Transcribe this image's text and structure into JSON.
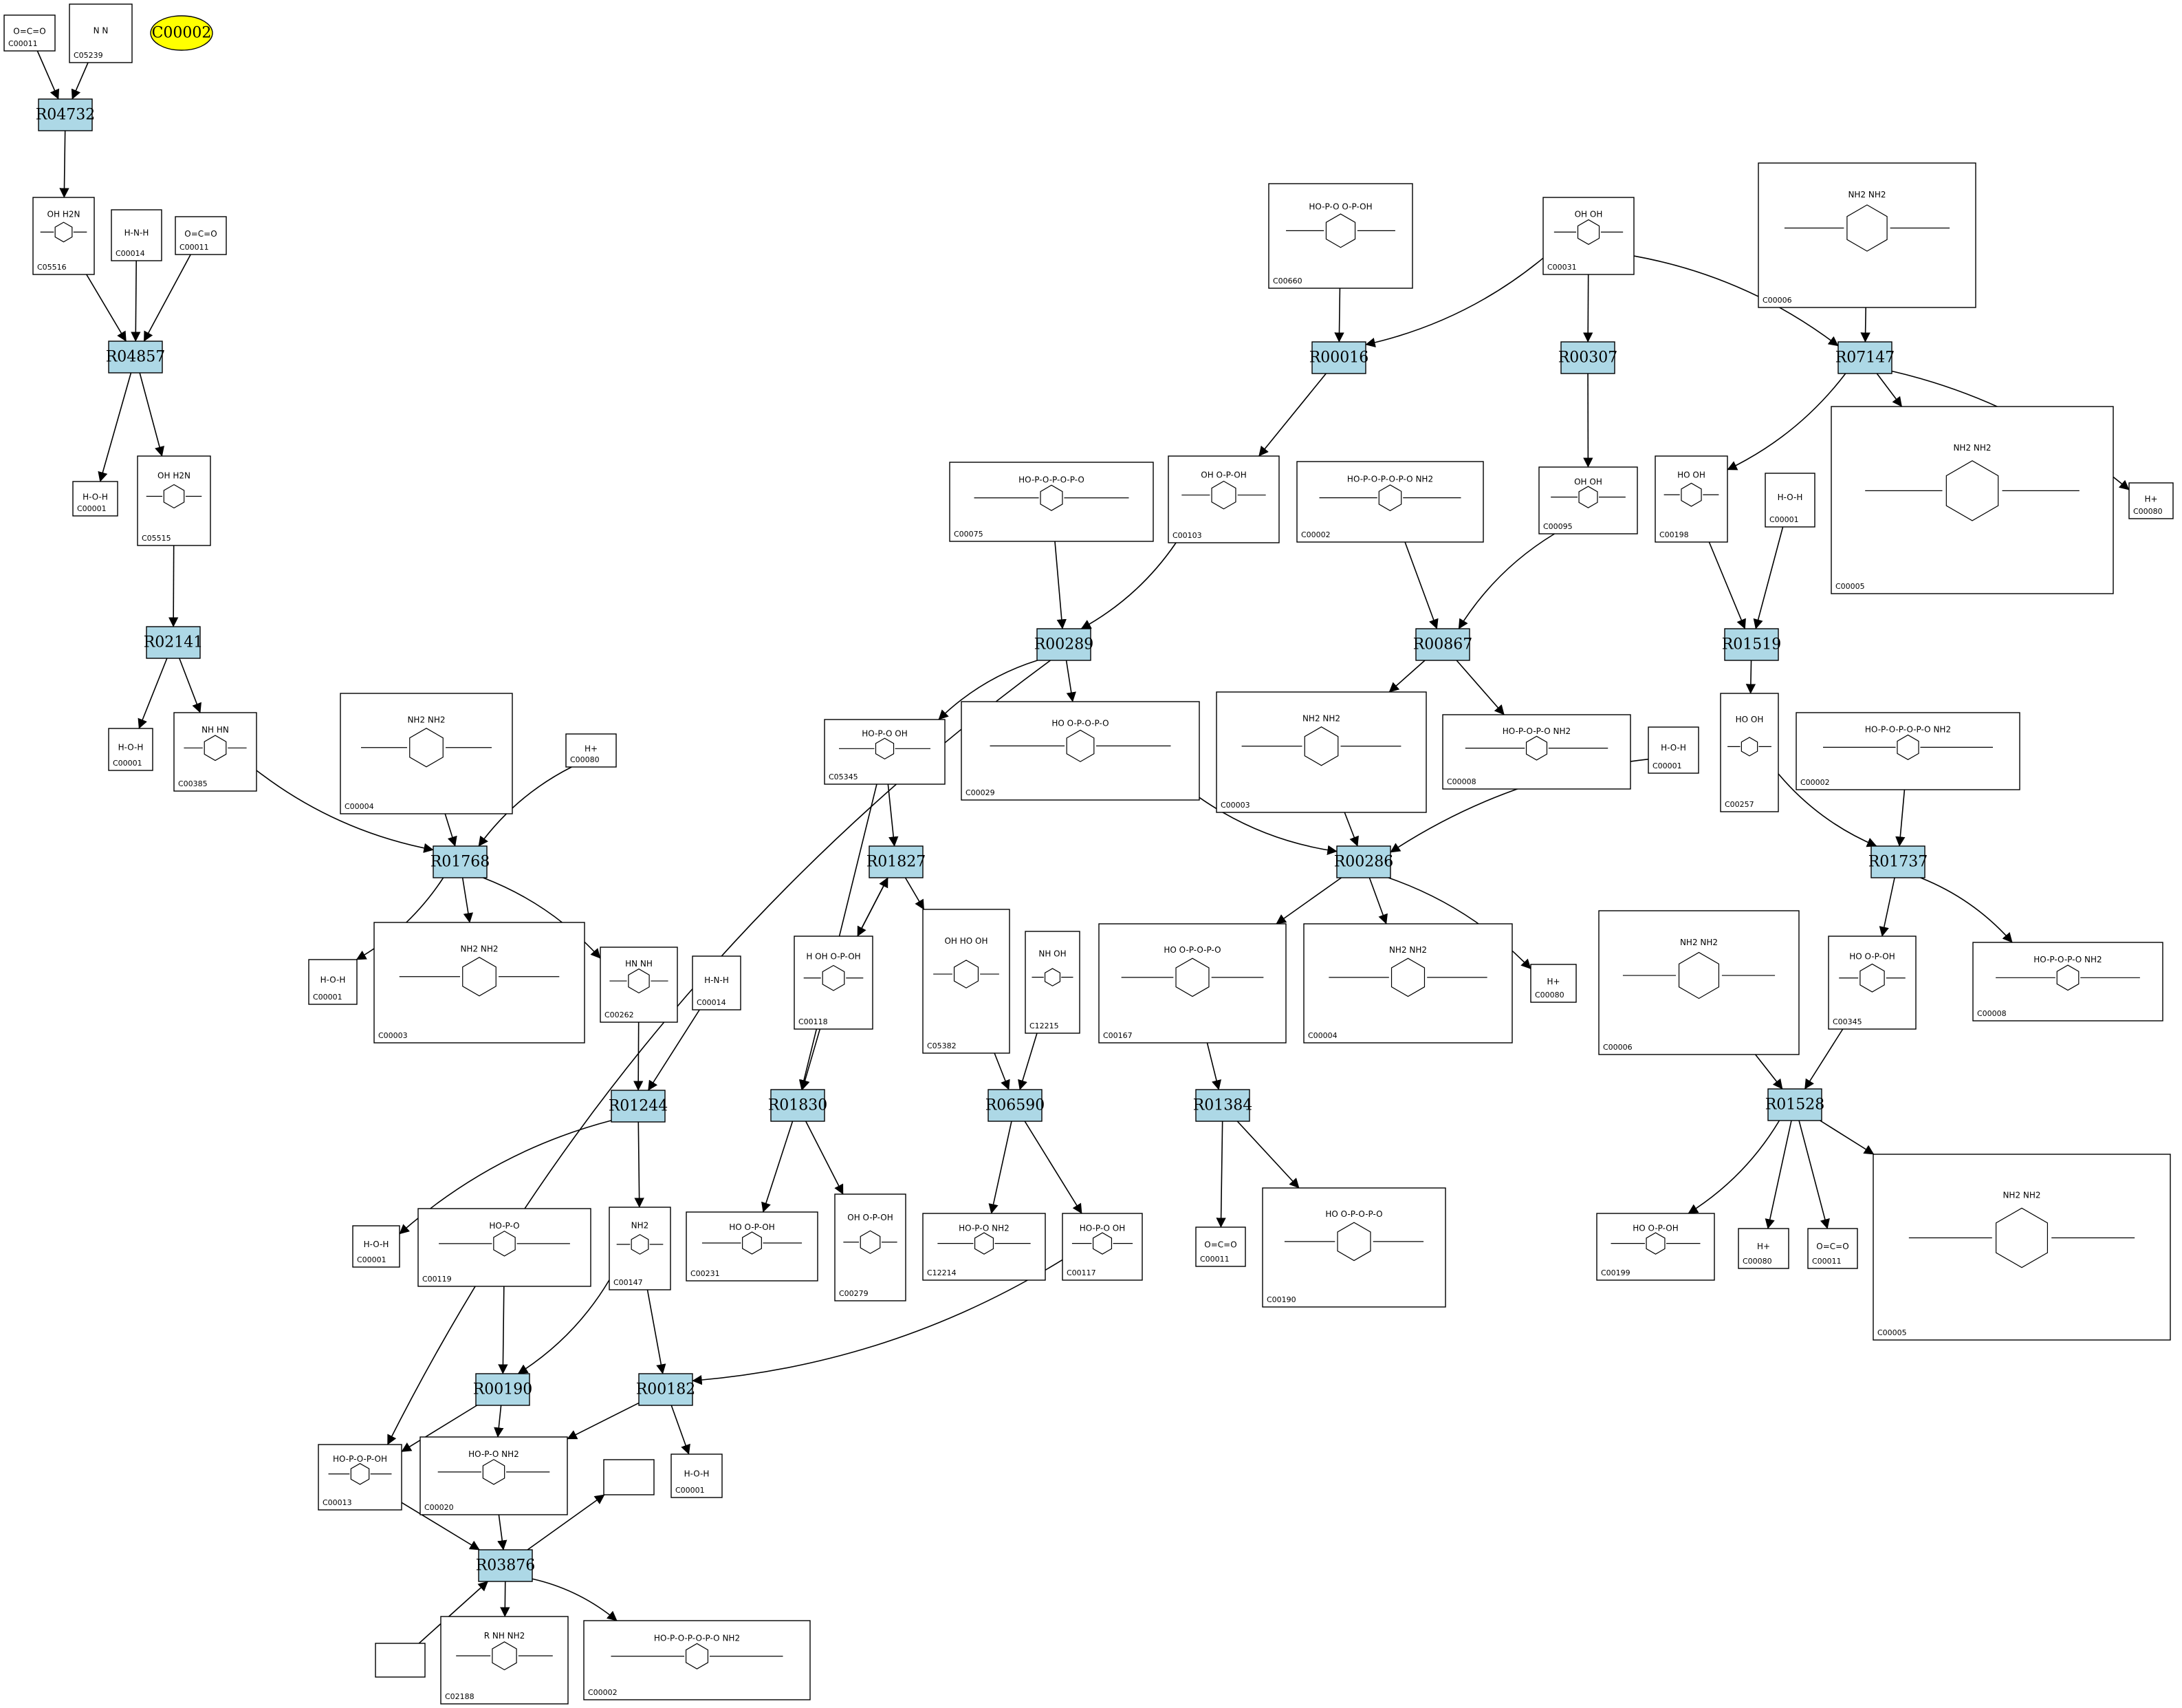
{
  "highlight_node": {
    "label": "C00002",
    "color": "#ffff00"
  },
  "colors": {
    "reaction_fill": "#add8e6",
    "compound_fill": "#ffffff",
    "highlight": "#ffff00"
  },
  "reactions": [
    {
      "id": "R04732"
    },
    {
      "id": "R04857"
    },
    {
      "id": "R02141"
    },
    {
      "id": "R01768"
    },
    {
      "id": "R01244"
    },
    {
      "id": "R00190"
    },
    {
      "id": "R00182"
    },
    {
      "id": "R03876"
    },
    {
      "id": "R00016"
    },
    {
      "id": "R00307"
    },
    {
      "id": "R07147"
    },
    {
      "id": "R00289"
    },
    {
      "id": "R00867"
    },
    {
      "id": "R01519"
    },
    {
      "id": "R01827"
    },
    {
      "id": "R00286"
    },
    {
      "id": "R01737"
    },
    {
      "id": "R01830"
    },
    {
      "id": "R06590"
    },
    {
      "id": "R01384"
    },
    {
      "id": "R01528"
    }
  ],
  "compounds": [
    {
      "id": "C00011",
      "formula": "O=C=O"
    },
    {
      "id": "C05239",
      "formula": "N  N"
    },
    {
      "id": "C05516",
      "formula": "OH  H2N"
    },
    {
      "id": "C00014",
      "formula": "H-N-H"
    },
    {
      "id": "C00011",
      "formula": "O=C=O"
    },
    {
      "id": "C00001",
      "formula": "H-O-H"
    },
    {
      "id": "C05515",
      "formula": "OH  H2N"
    },
    {
      "id": "C00001",
      "formula": "H-O-H"
    },
    {
      "id": "C00385",
      "formula": "NH  HN"
    },
    {
      "id": "C00004",
      "formula": "NH2  NH2"
    },
    {
      "id": "C00080",
      "formula": "H+"
    },
    {
      "id": "C00001",
      "formula": "H-O-H"
    },
    {
      "id": "C00003",
      "formula": "NH2  NH2"
    },
    {
      "id": "C00262",
      "formula": "HN  NH"
    },
    {
      "id": "C00014",
      "formula": "H-N-H"
    },
    {
      "id": "C00001",
      "formula": "H-O-H"
    },
    {
      "id": "C00119",
      "formula": "HO-P-O"
    },
    {
      "id": "C00147",
      "formula": "NH2"
    },
    {
      "id": "C00013",
      "formula": "HO-P-O-P-OH"
    },
    {
      "id": "C00020",
      "formula": "HO-P-O  NH2"
    },
    {
      "id": "",
      "formula": ""
    },
    {
      "id": "C00001",
      "formula": "H-O-H"
    },
    {
      "id": "",
      "formula": ""
    },
    {
      "id": "C02188",
      "formula": "R  NH  NH2"
    },
    {
      "id": "C00002",
      "formula": "HO-P-O-P-O-P-O  NH2"
    },
    {
      "id": "C00660",
      "formula": "HO-P-O  O-P-OH"
    },
    {
      "id": "C00031",
      "formula": "OH  OH"
    },
    {
      "id": "C00006",
      "formula": "NH2  NH2"
    },
    {
      "id": "C00075",
      "formula": "HO-P-O-P-O-P-O"
    },
    {
      "id": "C00103",
      "formula": "OH  O-P-OH"
    },
    {
      "id": "C00002",
      "formula": "HO-P-O-P-O-P-O  NH2"
    },
    {
      "id": "C00095",
      "formula": "OH  OH"
    },
    {
      "id": "C00198",
      "formula": "HO  OH"
    },
    {
      "id": "C00001",
      "formula": "H-O-H"
    },
    {
      "id": "C00005",
      "formula": "NH2  NH2"
    },
    {
      "id": "C00080",
      "formula": "H+"
    },
    {
      "id": "C05345",
      "formula": "HO-P-O  OH"
    },
    {
      "id": "C00029",
      "formula": "HO  O-P-O-P-O"
    },
    {
      "id": "C00003",
      "formula": "NH2  NH2"
    },
    {
      "id": "C00008",
      "formula": "HO-P-O-P-O  NH2"
    },
    {
      "id": "C00001",
      "formula": "H-O-H"
    },
    {
      "id": "C00257",
      "formula": "HO  OH"
    },
    {
      "id": "C00002",
      "formula": "HO-P-O-P-O-P-O  NH2"
    },
    {
      "id": "C00118",
      "formula": "H  OH  O-P-OH"
    },
    {
      "id": "C05382",
      "formula": "OH  HO  OH"
    },
    {
      "id": "C12215",
      "formula": "NH  OH"
    },
    {
      "id": "C00167",
      "formula": "HO  O-P-O-P-O"
    },
    {
      "id": "C00004",
      "formula": "NH2  NH2"
    },
    {
      "id": "C00080",
      "formula": "H+"
    },
    {
      "id": "C00006",
      "formula": "NH2  NH2"
    },
    {
      "id": "C00345",
      "formula": "HO  O-P-OH"
    },
    {
      "id": "C00008",
      "formula": "HO-P-O-P-O  NH2"
    },
    {
      "id": "C00231",
      "formula": "HO  O-P-OH"
    },
    {
      "id": "C00279",
      "formula": "OH  O-P-OH"
    },
    {
      "id": "C12214",
      "formula": "HO-P-O  NH2"
    },
    {
      "id": "C00117",
      "formula": "HO-P-O  OH"
    },
    {
      "id": "C00011",
      "formula": "O=C=O"
    },
    {
      "id": "C00190",
      "formula": "HO  O-P-O-P-O"
    },
    {
      "id": "C00199",
      "formula": "HO  O-P-OH"
    },
    {
      "id": "C00080",
      "formula": "H+"
    },
    {
      "id": "C00011",
      "formula": "O=C=O"
    },
    {
      "id": "C00005",
      "formula": "NH2  NH2"
    }
  ]
}
